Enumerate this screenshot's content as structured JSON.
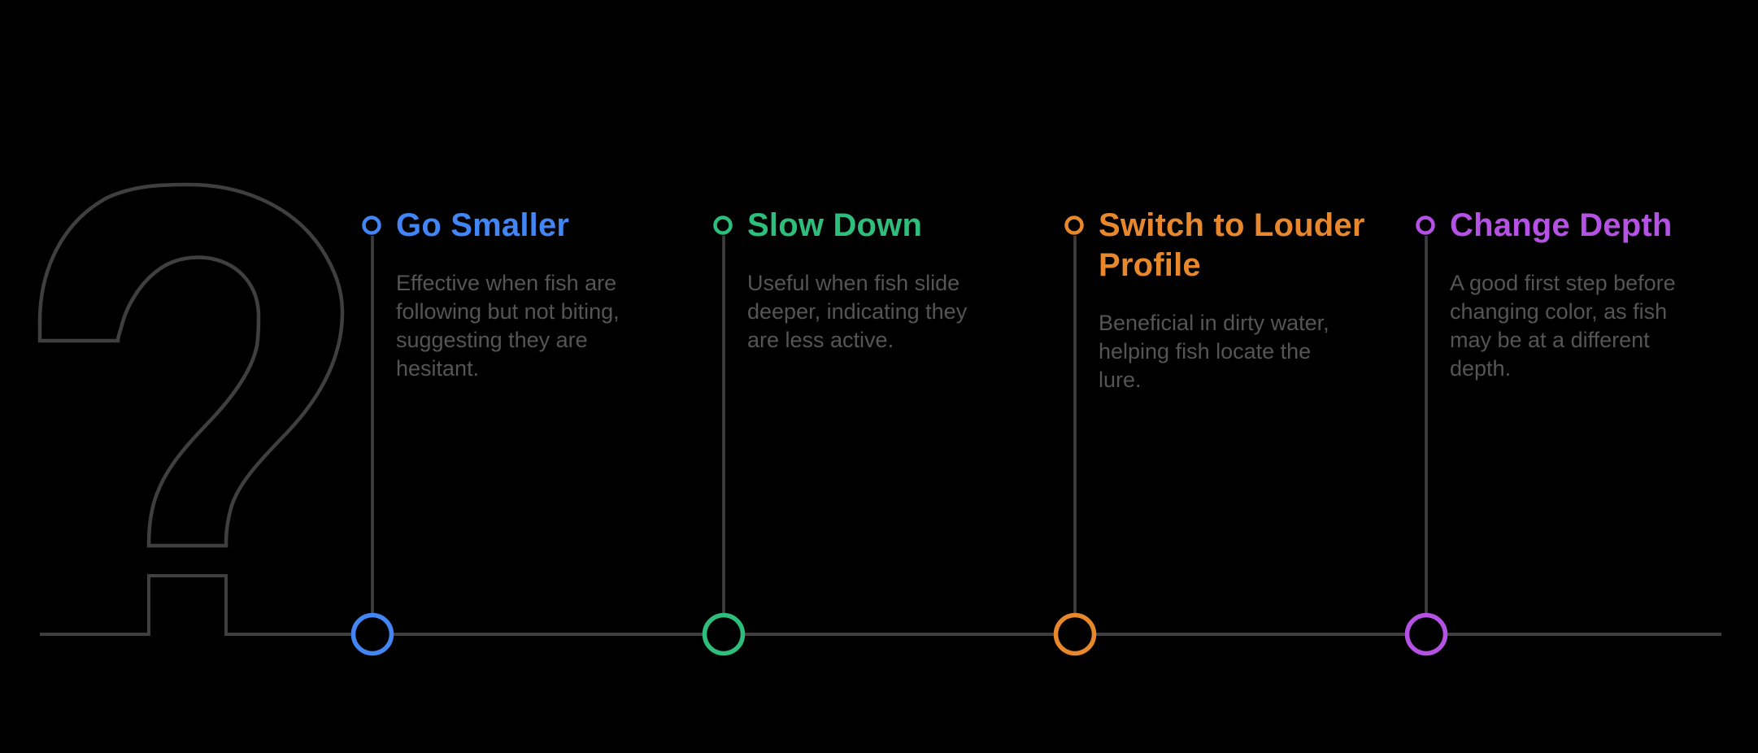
{
  "canvas": {
    "background_color": "#000000"
  },
  "graphic": {
    "question_mark_symbol": "?",
    "line_color": "#3f3f3f"
  },
  "text_style": {
    "description_color": "#555555"
  },
  "items": [
    {
      "title": "Go Smaller",
      "color": "#4285f4",
      "description": "Effective when fish are\nfollowing but not biting,\nsuggesting they are\nhesitant."
    },
    {
      "title": "Slow Down",
      "color": "#2ebe7c",
      "description": "Useful when fish slide\ndeeper, indicating they\nare less active."
    },
    {
      "title": "Switch to Louder\nProfile",
      "color": "#e8882c",
      "description": "Beneficial in dirty water,\nhelping fish locate the\nlure."
    },
    {
      "title": "Change Depth",
      "color": "#b651e6",
      "description": "A good first step before\nchanging color, as fish\nmay be at a different\ndepth."
    }
  ]
}
